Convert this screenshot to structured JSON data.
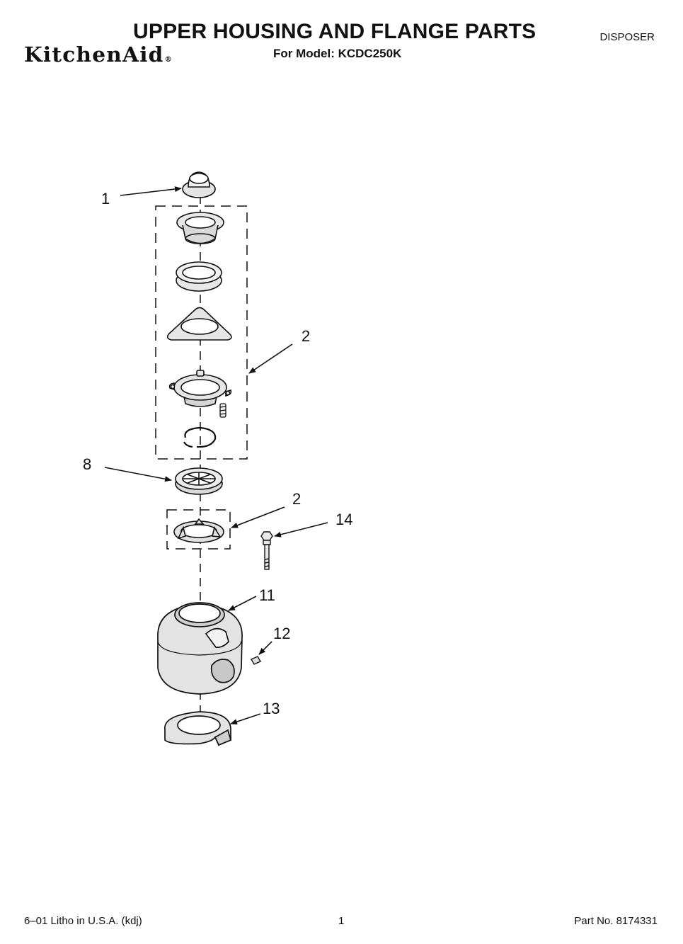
{
  "header": {
    "title": "UPPER HOUSING AND FLANGE PARTS",
    "model": "For Model: KCDC250K",
    "category": "DISPOSER",
    "brand": "KitchenAid",
    "brand_mark": "®"
  },
  "callouts": [
    "1",
    "2",
    "8",
    "2",
    "14",
    "11",
    "12",
    "13"
  ],
  "footer": {
    "litho": "6–01 Litho in U.S.A. (kdj)",
    "page": "1",
    "part_no": "Part No. 8174331"
  }
}
